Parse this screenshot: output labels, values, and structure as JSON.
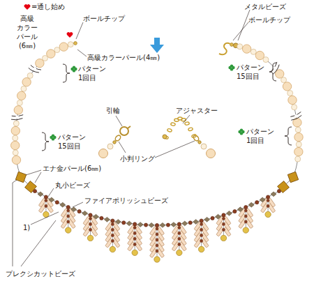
{
  "diagram": {
    "labels": [
      "高級 カラー パール(6㎜)",
      "ボールチップ",
      "高級カラーパール(4㎜)",
      "パターン 1回目",
      "メタルビーズ",
      "ボールチップ",
      "パターン 15回目",
      "引輪",
      "アジャスター",
      "小判リング",
      "パターン 1回目",
      "パターン 15回目",
      "エナ金パール(6㎜)",
      "丸小ビーズ",
      "ファイアポリッシュビーズ",
      "1)",
      "プレクシカットビーズ"
    ],
    "legend": [
      {
        "text": "=通し始め"
      }
    ]
  }
}
